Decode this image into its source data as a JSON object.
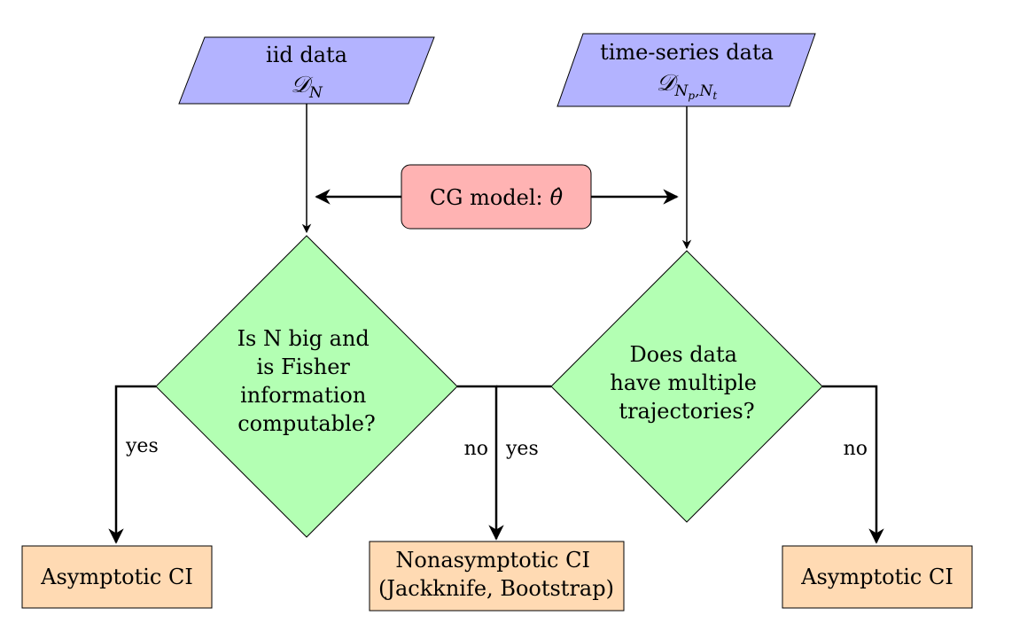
{
  "nodes": {
    "iid": {
      "title": "iid data",
      "symbol": "𝒟",
      "subscript": "N",
      "subsub": ""
    },
    "ts": {
      "title": "time-series data",
      "symbol": "𝒟",
      "subscript": "N",
      "subsub1": "p",
      "sep": ",N",
      "subsub2": "t"
    },
    "cg": {
      "label": "CG model:",
      "theta": "θ̂"
    },
    "q1": {
      "lines": [
        "Is N big and",
        "is Fisher",
        "information",
        "computable?"
      ]
    },
    "q2": {
      "lines": [
        "Does data",
        "have multiple",
        "trajectories?"
      ]
    },
    "out_left": {
      "label": "Asymptotic CI"
    },
    "out_mid": {
      "line1": "Nonasymptotic CI",
      "line2": "(Jackknife, Bootstrap)"
    },
    "out_right": {
      "label": "Asymptotic CI"
    }
  },
  "edge_labels": {
    "q1_yes": "yes",
    "q1_no": "no",
    "q2_yes": "yes",
    "q2_no": "no"
  },
  "colors": {
    "data_fill": "#b3b3ff",
    "model_fill": "#ffb3b3",
    "decision_fill": "#b3ffb3",
    "output_fill": "#ffdab3",
    "line": "#000000"
  }
}
